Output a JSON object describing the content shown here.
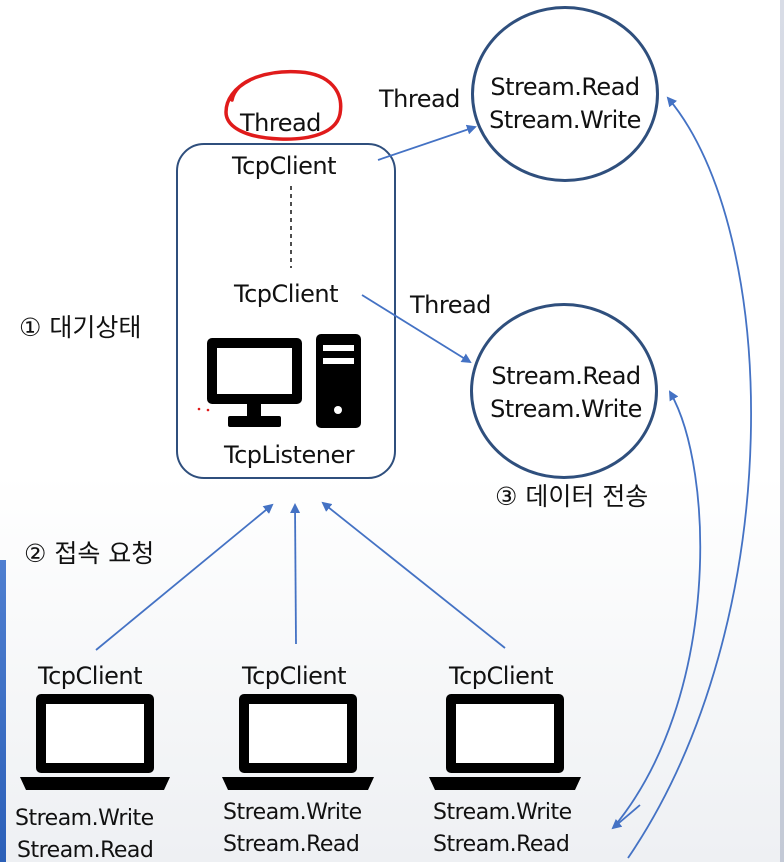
{
  "server": {
    "thread_label": "Thread",
    "client_top": "TcpClient",
    "client_bottom": "TcpClient",
    "listener": "TcpListener"
  },
  "thread_labels": {
    "top": "Thread",
    "middle": "Thread"
  },
  "stream_circles": [
    {
      "read": "Stream.Read",
      "write": "Stream.Write"
    },
    {
      "read": "Stream.Read",
      "write": "Stream.Write"
    }
  ],
  "steps": {
    "wait": "① 대기상태",
    "request": "② 접속 요청",
    "transfer": "③ 데이터 전송"
  },
  "clients": [
    {
      "name": "TcpClient",
      "write": "Stream.Write",
      "read": "Stream.Read"
    },
    {
      "name": "TcpClient",
      "write": "Stream.Write",
      "read": "Stream.Read"
    },
    {
      "name": "TcpClient",
      "write": "Stream.Write",
      "read": "Stream.Read"
    }
  ],
  "colors": {
    "arrow": "#4472c4",
    "highlight": "#e01b1b",
    "box_border": "#2f4f7d",
    "icon": "#000000"
  },
  "icons": [
    "desktop-pc-icon",
    "laptop-icon"
  ]
}
